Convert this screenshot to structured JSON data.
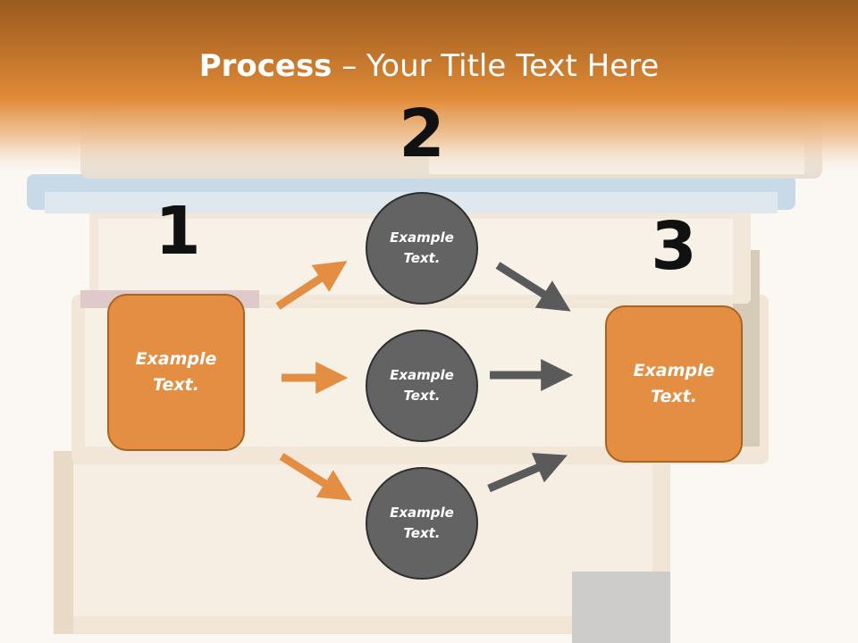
{
  "title": {
    "bold": "Process",
    "rest": " – Your Title Text Here"
  },
  "steps": {
    "one": "1",
    "two": "2",
    "three": "3"
  },
  "left_box": {
    "label": "Example\nText."
  },
  "right_box": {
    "label": "Example\nText."
  },
  "circles": [
    {
      "label": "Example\nText."
    },
    {
      "label": "Example\nText."
    },
    {
      "label": "Example\nText."
    }
  ],
  "colors": {
    "orange": "#e38e43",
    "gray": "#636363",
    "header": "#d98532"
  }
}
